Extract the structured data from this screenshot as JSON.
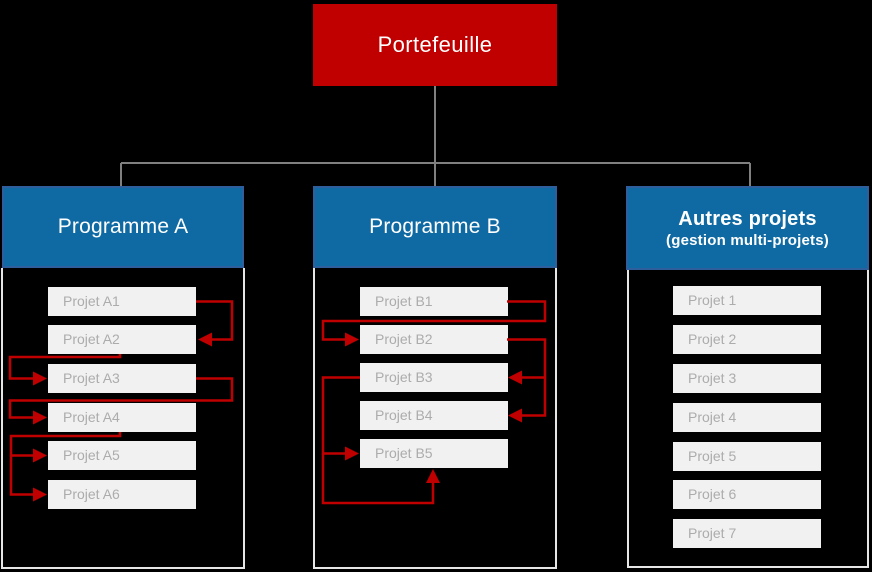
{
  "title": "Portefeuille",
  "colors": {
    "background": "#000000",
    "portfolio_red": "#C00000",
    "arrow_red": "#C00000",
    "program_blue": "#0F6AA3",
    "header_border_blue": "#2E5E9C",
    "connector_gray": "#808080",
    "column_border_light": "#E7E6E6",
    "project_box_fill": "#F1F1F1",
    "project_text_gray": "#ACACAC",
    "header_text": "#FFFFFF"
  },
  "portfolio": {
    "label": "Portefeuille"
  },
  "programs": [
    {
      "title": "Programme A",
      "projects": [
        "Projet A1",
        "Projet A2",
        "Projet A3",
        "Projet A4",
        "Projet A5",
        "Projet A6"
      ],
      "dependencies": [
        "A1 → A2",
        "A2 → A3",
        "A3 → A4",
        "A4 → A5",
        "A4 → A6"
      ]
    },
    {
      "title": "Programme B",
      "projects": [
        "Projet B1",
        "Projet B2",
        "Projet B3",
        "Projet B4",
        "Projet B5"
      ],
      "dependencies": [
        "B1 → B2",
        "B2 → B3",
        "B2 → B4",
        "B3 → B5 (gauche)",
        "B3 → B5 (bas)"
      ]
    },
    {
      "title": "Autres projets",
      "subtitle": "(gestion multi-projets)",
      "projects": [
        "Projet 1",
        "Projet 2",
        "Projet 3",
        "Projet 4",
        "Projet 5",
        "Projet 6",
        "Projet 7"
      ],
      "dependencies": []
    }
  ]
}
